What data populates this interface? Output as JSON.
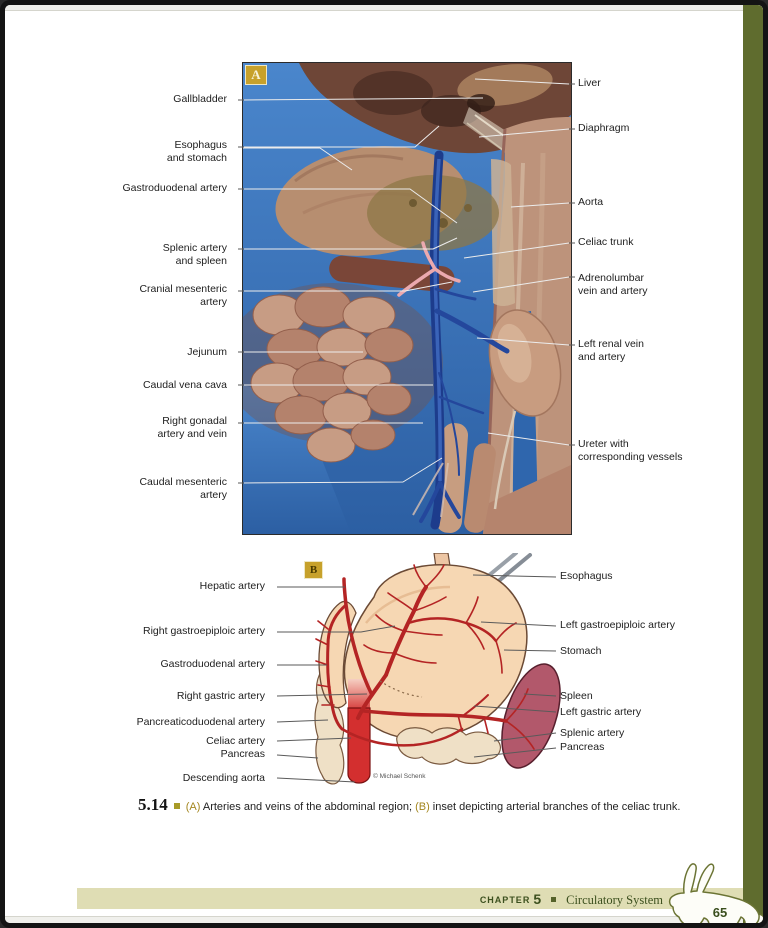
{
  "figure_a": {
    "badge": "A",
    "labels_left": [
      {
        "text": "Gallbladder"
      },
      {
        "text": "Esophagus\nand stomach"
      },
      {
        "text": "Gastroduodenal artery"
      },
      {
        "text": "Splenic artery\nand spleen"
      },
      {
        "text": "Cranial mesenteric\nartery"
      },
      {
        "text": "Jejunum"
      },
      {
        "text": "Caudal vena cava"
      },
      {
        "text": "Right gonadal\nartery and vein"
      },
      {
        "text": "Caudal mesenteric\nartery"
      }
    ],
    "labels_right": [
      {
        "text": "Liver"
      },
      {
        "text": "Diaphragm"
      },
      {
        "text": "Aorta"
      },
      {
        "text": "Celiac trunk"
      },
      {
        "text": "Adrenolumbar\nvein and artery"
      },
      {
        "text": "Left renal vein\nand artery"
      },
      {
        "text": "Ureter with\ncorresponding vessels"
      }
    ]
  },
  "figure_b": {
    "badge": "B",
    "labels_left": [
      {
        "text": "Hepatic artery"
      },
      {
        "text": "Right gastroepiploic artery"
      },
      {
        "text": "Gastroduodenal artery"
      },
      {
        "text": "Right gastric artery"
      },
      {
        "text": "Pancreaticoduodenal artery"
      },
      {
        "text": "Celiac artery"
      },
      {
        "text": "Pancreas"
      },
      {
        "text": "Descending aorta"
      }
    ],
    "labels_right": [
      {
        "text": "Esophagus"
      },
      {
        "text": "Left gastroepiploic artery"
      },
      {
        "text": "Stomach"
      },
      {
        "text": "Spleen"
      },
      {
        "text": "Left gastric artery"
      },
      {
        "text": "Splenic artery"
      },
      {
        "text": "Pancreas"
      }
    ],
    "credit": "© Michael Schenk"
  },
  "caption": {
    "figure_number": "5.14",
    "part_a_marker": "(A)",
    "part_a_text": " Arteries and veins of the abdominal region; ",
    "part_b_marker": "(B)",
    "part_b_text": " inset depicting arterial branches of the celiac trunk."
  },
  "footer": {
    "chapter_label": "CHAPTER",
    "chapter_number": "5",
    "section_title": "Circulatory System",
    "page_number": "65"
  },
  "colors": {
    "accent_gold": "#c7a12b",
    "sidebar_olive": "#5f6c2e",
    "footer_bar": "#dfddb4",
    "footer_text": "#3c501e",
    "tray_blue": "#3b78c0"
  }
}
